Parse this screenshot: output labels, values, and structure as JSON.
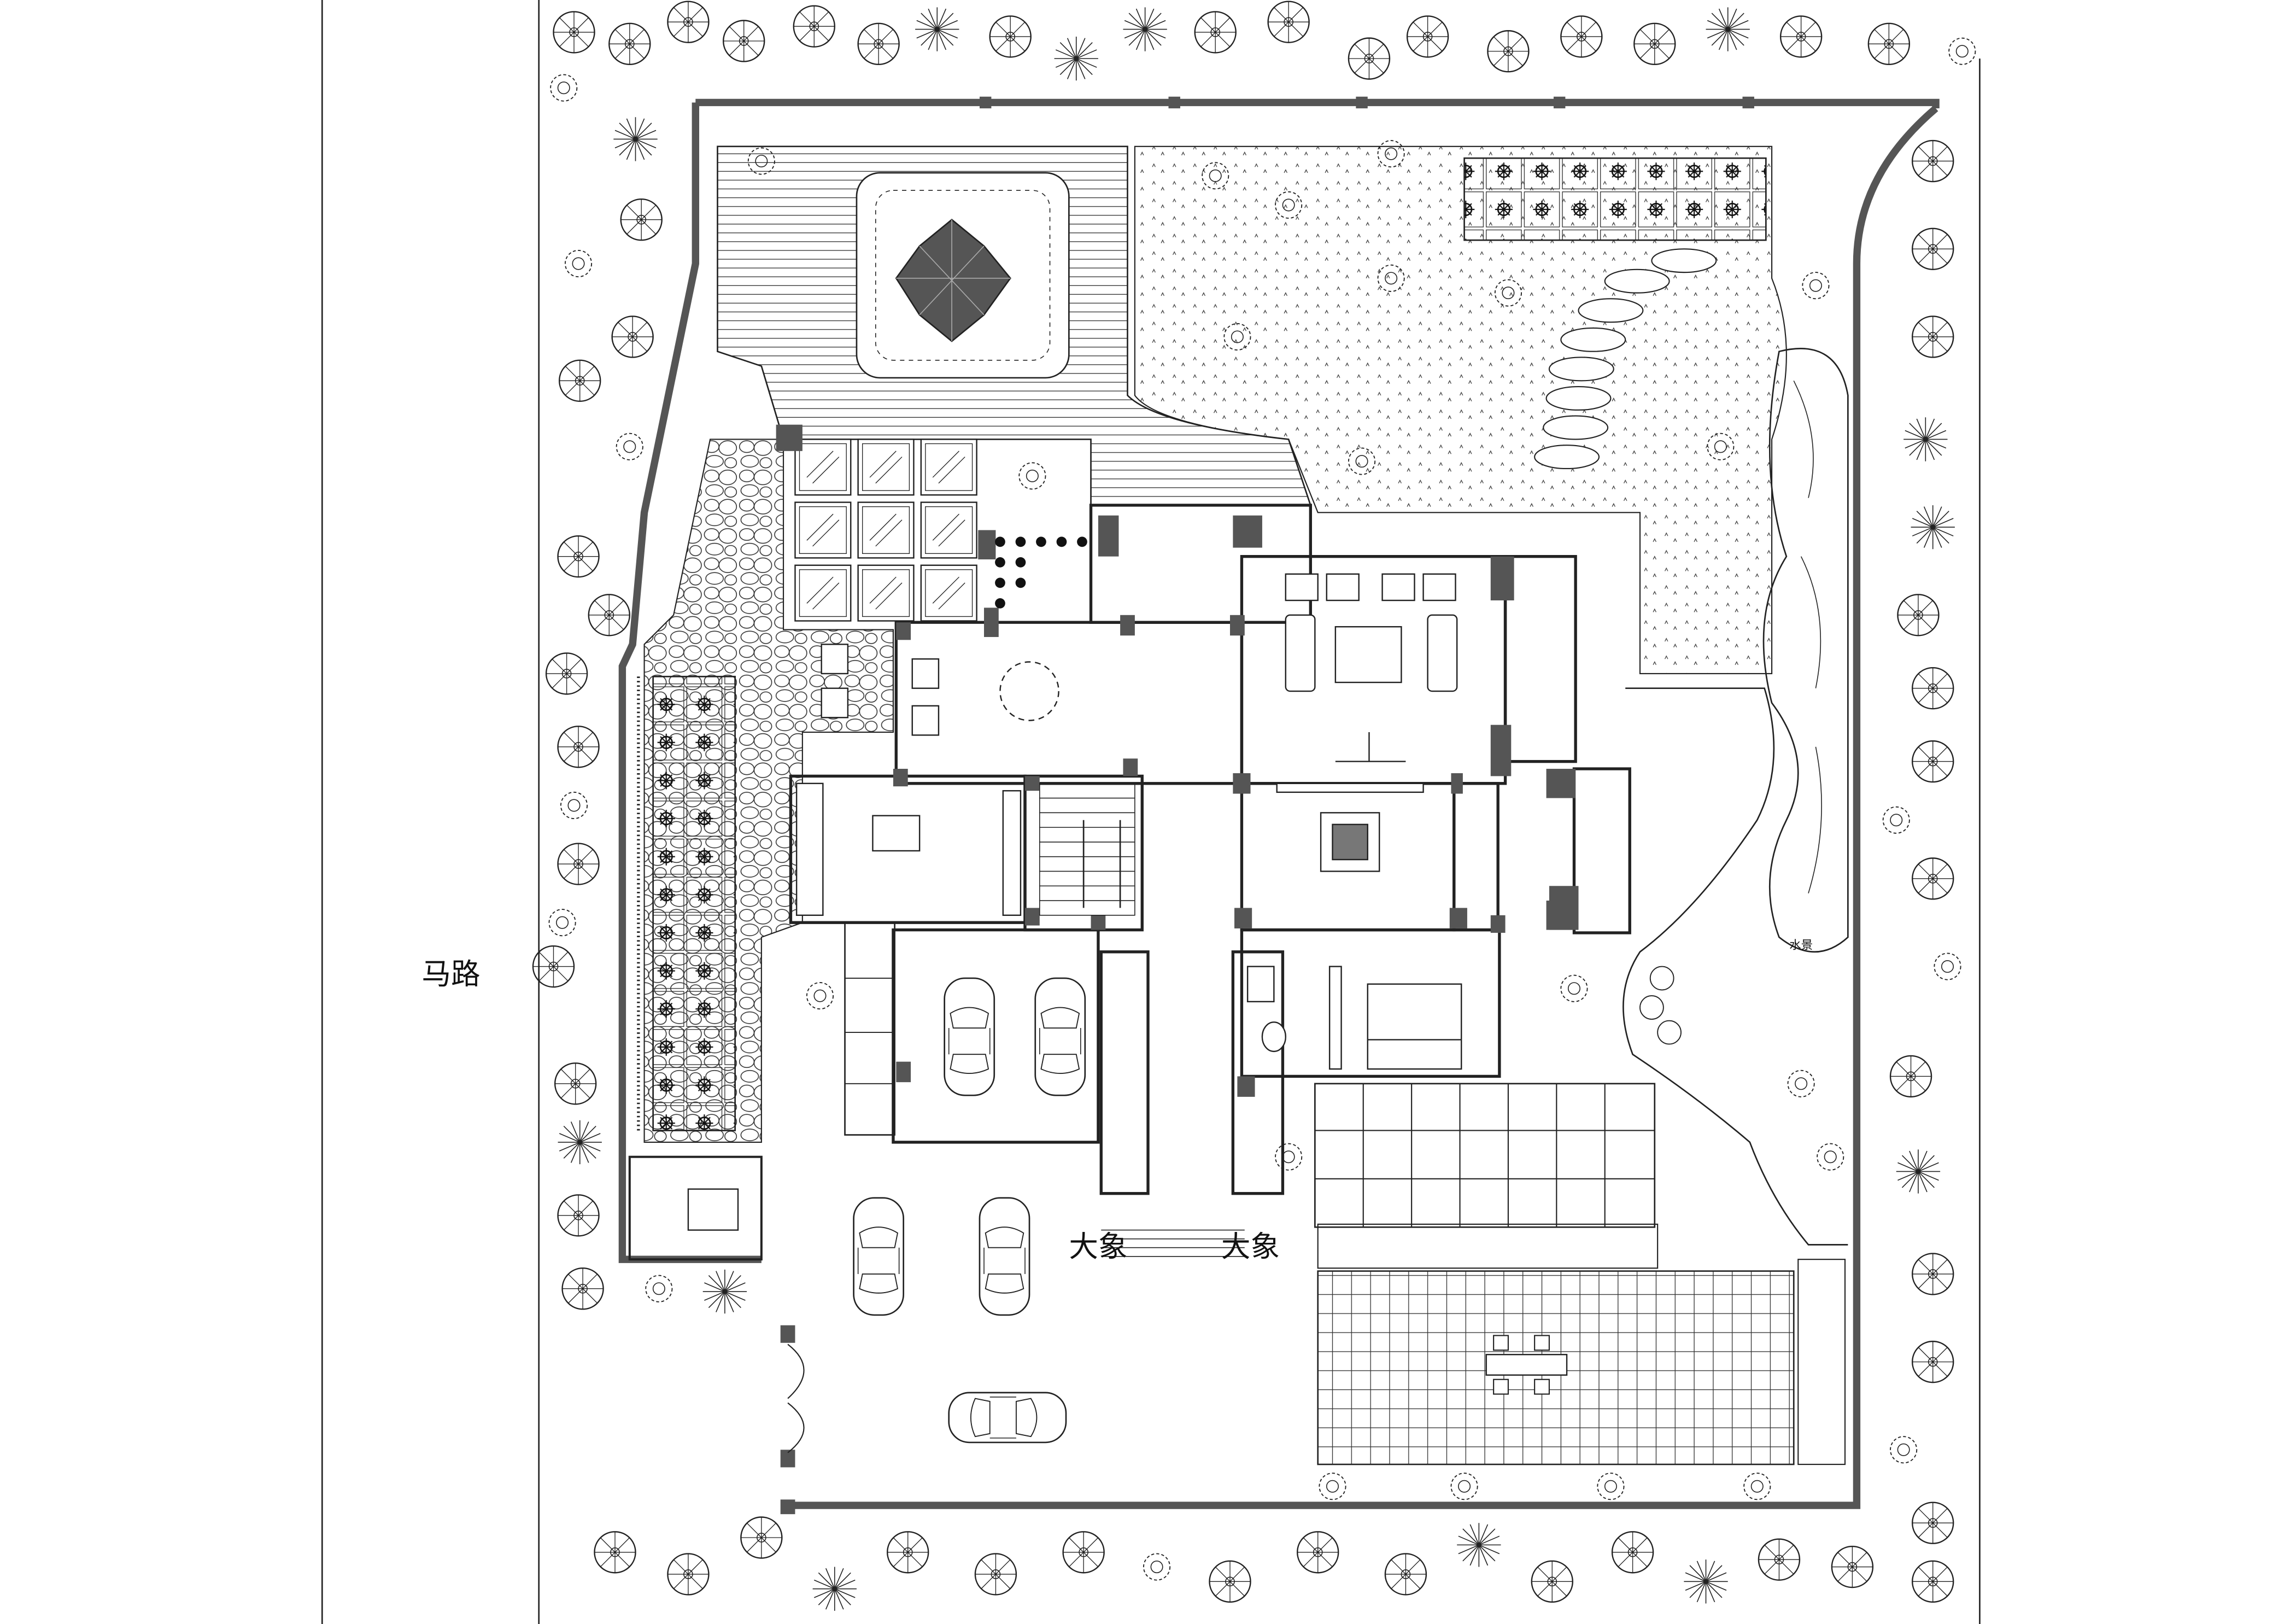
{
  "labels": {
    "road": "马路",
    "elephant_left": "大象",
    "elephant_right": "大象",
    "water_feature": "水景"
  },
  "colors": {
    "line": "#222222",
    "wall": "#555555",
    "background": "#ffffff"
  }
}
